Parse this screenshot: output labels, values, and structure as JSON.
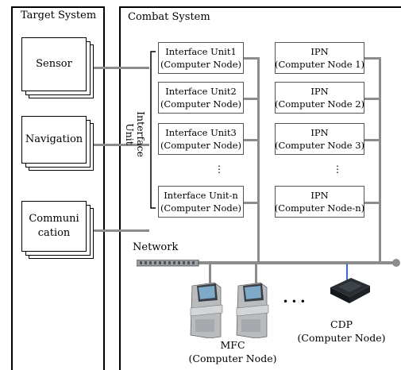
{
  "target_system": {
    "title": "Target System",
    "items": [
      {
        "label_lines": [
          "Sensor"
        ]
      },
      {
        "label_lines": [
          "Navigation"
        ]
      },
      {
        "label_lines": [
          "Communi",
          "cation"
        ]
      }
    ]
  },
  "combat_system": {
    "title": "Combat System",
    "interface_unit_label": "Interface Unit",
    "interface_units": [
      {
        "name": "Interface Unit1",
        "type": "(Computer Node)"
      },
      {
        "name": "Interface Unit2",
        "type": "(Computer Node)"
      },
      {
        "name": "Interface Unit3",
        "type": "(Computer Node)"
      },
      {
        "name": "Interface Unit-n",
        "type": "(Computer Node)"
      }
    ],
    "ipn_units": [
      {
        "name": "IPN",
        "type": "(Computer Node 1)"
      },
      {
        "name": "IPN",
        "type": "(Computer Node 2)"
      },
      {
        "name": "IPN",
        "type": "(Computer Node 3)"
      },
      {
        "name": "IPN",
        "type": "(Computer Node-n)"
      }
    ],
    "ellipsis_vertical": "⋮",
    "network_label": "Network",
    "mfc": {
      "name": "MFC",
      "type": "(Computer Node)"
    },
    "cdp": {
      "name": "CDP",
      "type": "(Computer Node)"
    },
    "ellipsis_horizontal": "• • •"
  },
  "colors": {
    "line": "#8c8c8c",
    "box_border": "#555555",
    "mfc_body": "#b9bcbf",
    "cdp_body": "#2a2e33"
  }
}
